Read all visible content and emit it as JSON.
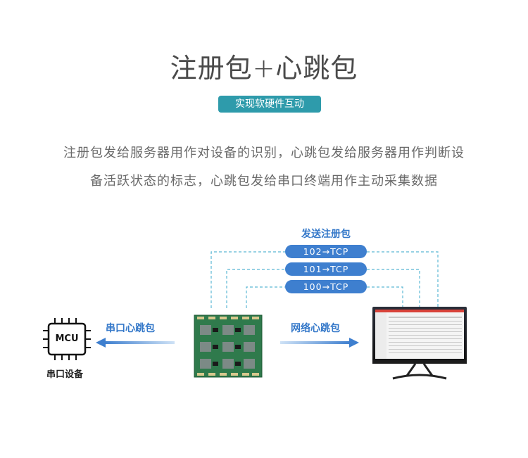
{
  "header": {
    "title": "注册包+心跳包",
    "badge": "实现软硬件互动"
  },
  "description": {
    "line1": "注册包发给服务器用作对设备的识别，心跳包发给服务器用作判断设",
    "line2": "备活跃状态的标志，心跳包发给串口终端用作主动采集数据"
  },
  "diagram": {
    "register_title": "发送注册包",
    "register_packets": [
      "102→TCP",
      "101→TCP",
      "100→TCP"
    ],
    "serial_heartbeat": "串口心跳包",
    "network_heartbeat": "网络心跳包",
    "mcu_label": "MCU",
    "serial_device": "串口设备",
    "colors": {
      "pill": "#3e7fcf",
      "badge": "#2e9bab",
      "dash": "#5bb8d4",
      "text_accent": "#3478c9"
    }
  }
}
